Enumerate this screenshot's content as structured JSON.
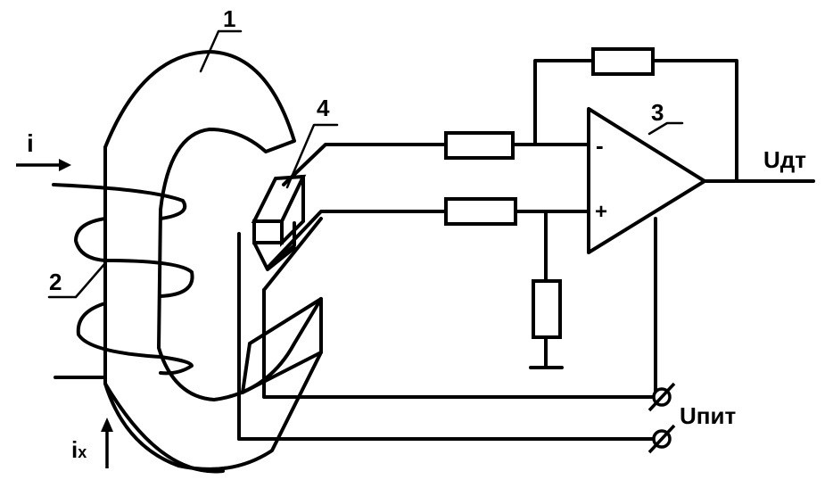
{
  "diagram": {
    "labels": {
      "core": "1",
      "winding": "2",
      "opamp": "3",
      "sensor": "4",
      "current": "i",
      "current_x": "i",
      "current_x_sub": "x",
      "output": "Uдт",
      "supply": "Uпит"
    },
    "opamp_signs": {
      "inverting": "-",
      "non_inverting": "+"
    }
  }
}
